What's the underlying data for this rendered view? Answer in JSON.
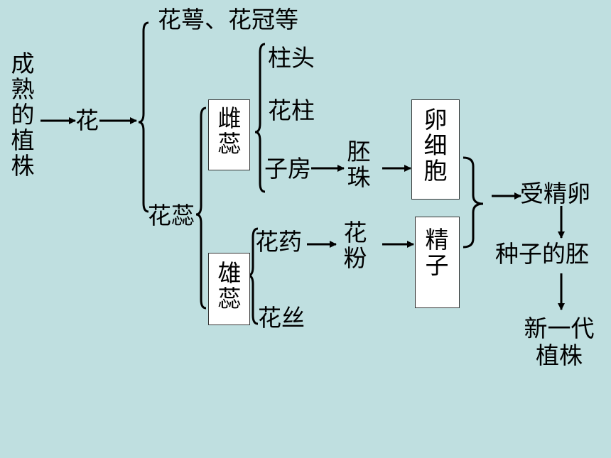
{
  "diagram": {
    "mature_plant": "成熟的植株",
    "flower": "花",
    "sepal_petal": "花萼、花冠等",
    "stamen_pistil": "花蕊",
    "pistil": "雌蕊",
    "stamen": "雄蕊",
    "stigma": "柱头",
    "style": "花柱",
    "ovary": "子房",
    "ovule": "胚珠",
    "egg_cell": "卵细胞",
    "anther": "花药",
    "filament": "花丝",
    "pollen": "花粉",
    "sperm": "精子",
    "fertilized_egg": "受精卵",
    "seed_embryo": "种子的胚",
    "new_generation": "新一代植株"
  },
  "colors": {
    "background": "#bfdfe0",
    "box_fill": "#ffffff",
    "ink": "#000000"
  }
}
